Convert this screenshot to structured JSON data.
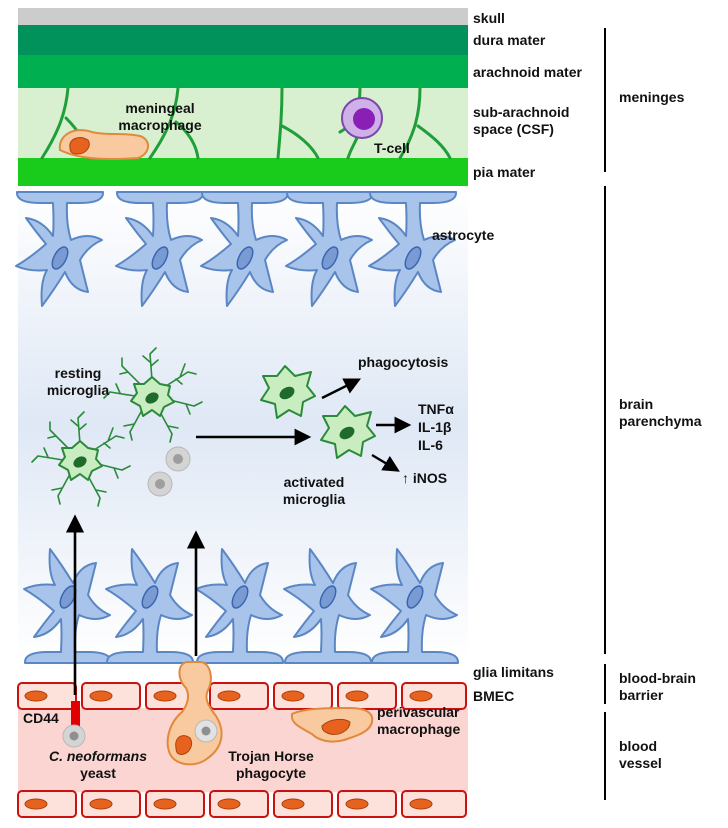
{
  "layers": {
    "skull": "skull",
    "dura": "dura mater",
    "arachnoid": "arachnoid mater",
    "subarachnoid": "sub-arachnoid space (CSF)",
    "pia": "pia mater",
    "glia_limitans": "glia limitans",
    "bmec": "BMEC"
  },
  "regions": {
    "meninges": "meninges",
    "parenchyma": "brain parenchyma",
    "bbb": "blood-brain barrier",
    "vessel": "blood vessel"
  },
  "cells": {
    "meningeal_macrophage": "meningeal macrophage",
    "tcell": "T-cell",
    "astrocyte": "astrocyte",
    "resting_microglia": "resting microglia",
    "activated_microglia": "activated microglia",
    "perivascular_macrophage": "perivascular macrophage",
    "trojan_horse": "Trojan Horse phagocyte",
    "cd44": "CD44",
    "yeast_species": "C. neoformans",
    "yeast": "yeast"
  },
  "outputs": {
    "phagocytosis": "phagocytosis",
    "tnf": "TNFα",
    "il1": "IL-1β",
    "il6": "IL-6",
    "inos": "↑ iNOS"
  },
  "colors": {
    "skull": "#cccccc",
    "dura": "#00925a",
    "arachnoid": "#00b050",
    "csf": "#d8f0d0",
    "pia": "#19cc1c",
    "trabecula": "#1f9e3a",
    "astrocyte_fill": "#a9c4ea",
    "astrocyte_stroke": "#5b86c4",
    "microglia_fill": "#c9ecc0",
    "microglia_stroke": "#2a8a3a",
    "macrophage_fill": "#f9c9a0",
    "macrophage_stroke": "#e08a3c",
    "nucleus_orange": "#e8621f",
    "bmec_fill": "#fde2dc",
    "bmec_stroke": "#cc1111",
    "vessel_bg": "#fbd5d1",
    "cd44": "#e00000",
    "tcell_fill": "#cfb0e8",
    "tcell_nucleus": "#8a1fb5",
    "yeast_fill": "#bdbdbd"
  }
}
